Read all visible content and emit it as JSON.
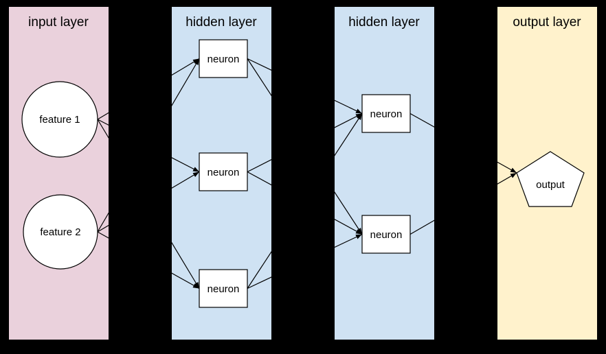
{
  "diagram": {
    "background_color": "#000000",
    "node_fill_color": "#ffffff",
    "line_color": "#000000",
    "text_color": "#000000"
  },
  "layers": [
    {
      "title": "input layer",
      "color": "#ead1dc"
    },
    {
      "title": "hidden layer",
      "color": "#cfe2f3"
    },
    {
      "title": "hidden layer",
      "color": "#cfe2f3"
    },
    {
      "title": "output layer",
      "color": "#fff2cc"
    }
  ],
  "nodes": {
    "feature1": {
      "label": "feature 1",
      "shape": "circle",
      "layer_index": 0
    },
    "feature2": {
      "label": "feature 2",
      "shape": "circle",
      "layer_index": 0
    },
    "h1n1": {
      "label": "neuron",
      "shape": "rectangle",
      "layer_index": 1
    },
    "h1n2": {
      "label": "neuron",
      "shape": "rectangle",
      "layer_index": 1
    },
    "h1n3": {
      "label": "neuron",
      "shape": "rectangle",
      "layer_index": 1
    },
    "h2n1": {
      "label": "neuron",
      "shape": "rectangle",
      "layer_index": 2
    },
    "h2n2": {
      "label": "neuron",
      "shape": "rectangle",
      "layer_index": 2
    },
    "output": {
      "label": "output",
      "shape": "pentagon",
      "layer_index": 3
    }
  },
  "edges": [
    {
      "from": "feature1",
      "to": "h1n1"
    },
    {
      "from": "feature1",
      "to": "h1n2"
    },
    {
      "from": "feature1",
      "to": "h1n3"
    },
    {
      "from": "feature2",
      "to": "h1n1"
    },
    {
      "from": "feature2",
      "to": "h1n2"
    },
    {
      "from": "feature2",
      "to": "h1n3"
    },
    {
      "from": "h1n1",
      "to": "h2n1"
    },
    {
      "from": "h1n1",
      "to": "h2n2"
    },
    {
      "from": "h1n2",
      "to": "h2n1"
    },
    {
      "from": "h1n2",
      "to": "h2n2"
    },
    {
      "from": "h1n3",
      "to": "h2n1"
    },
    {
      "from": "h1n3",
      "to": "h2n2"
    },
    {
      "from": "h2n1",
      "to": "output"
    },
    {
      "from": "h2n2",
      "to": "output"
    }
  ]
}
